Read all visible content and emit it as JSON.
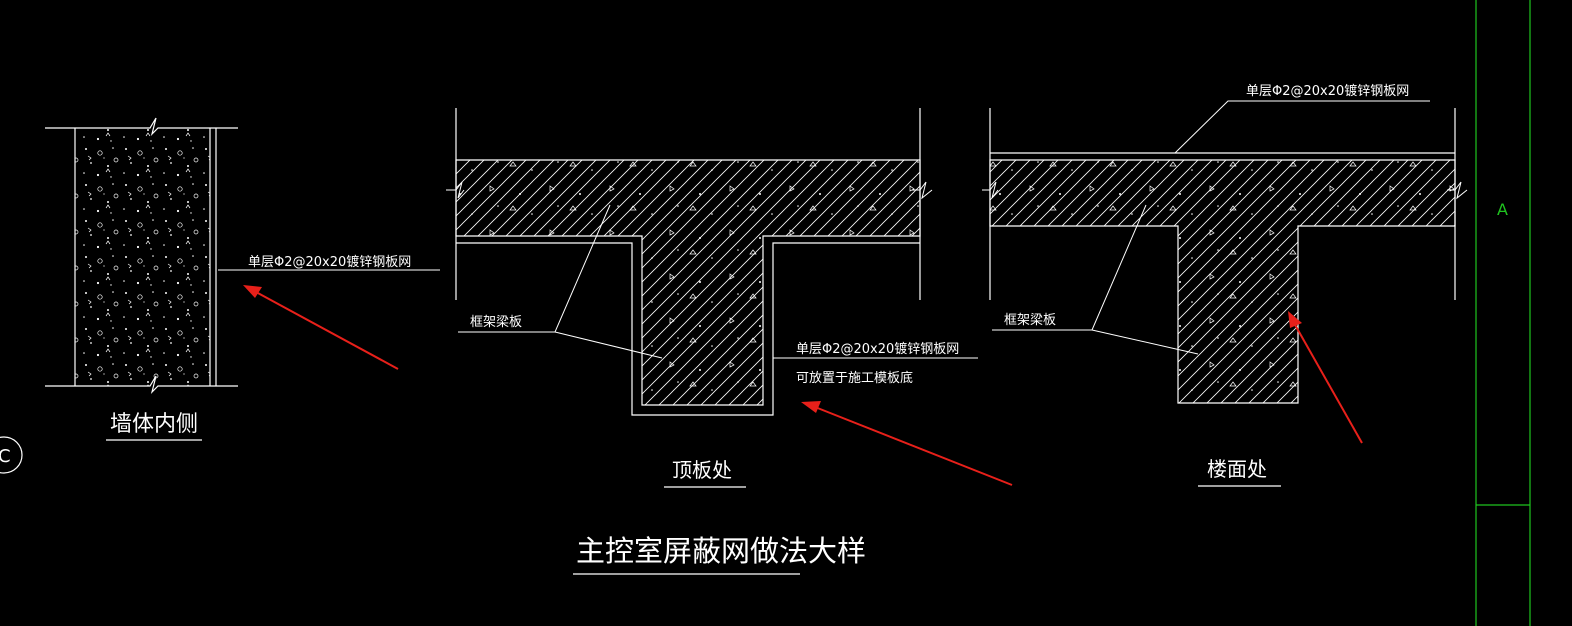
{
  "colors": {
    "background": "#000000",
    "linework": "#ffffff",
    "annotation_arrow": "#e8201a",
    "title_block": "#1fc41f"
  },
  "title": "主控室屏蔽网做法大样",
  "details": {
    "wall": {
      "caption": "墙体内侧",
      "mesh_note": "单层Φ2@20x20镀锌钢板网"
    },
    "roof": {
      "caption": "顶板处",
      "beam_label": "框架梁板",
      "mesh_note": "单层Φ2@20x20镀锌钢板网",
      "mesh_note_2": "可放置于施工模板底"
    },
    "floor": {
      "caption": "楼面处",
      "beam_label": "框架梁板",
      "mesh_note": "单层Φ2@20x20镀锌钢板网"
    }
  },
  "title_block": {
    "grid_letter": "A"
  },
  "left_edge_symbol": "C"
}
